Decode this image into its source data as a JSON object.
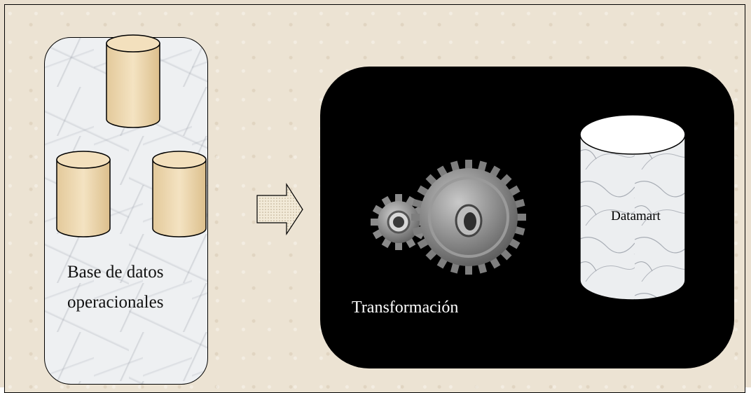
{
  "diagram": {
    "source_group": {
      "caption_line1": "Base de datos",
      "caption_line2": "operacionales",
      "db_count": 3
    },
    "arrow": {
      "icon": "right-arrow-icon"
    },
    "process_group": {
      "transform_label": "Transformación",
      "gear_icon": "gears-icon",
      "target_label": "Datamart"
    },
    "colors": {
      "background": "#ece3d3",
      "db_fill": "#efd9b0",
      "process_panel": "#000000",
      "datamart_top": "#ffffff"
    }
  }
}
